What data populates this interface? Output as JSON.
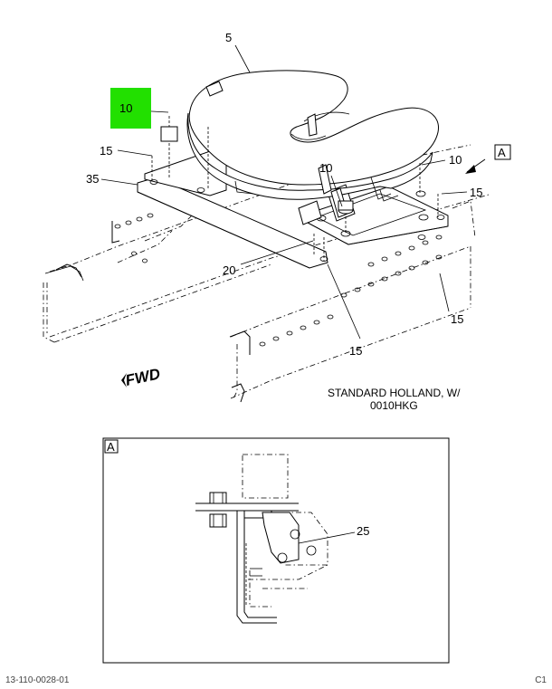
{
  "callouts": {
    "c5": "5",
    "c10_highlight": "10",
    "c15_left": "15",
    "c35": "35",
    "c10_center": "10",
    "c10_right": "10",
    "c15_right": "15",
    "c20": "20",
    "c15_lower_right": "15",
    "c15_bottom": "15",
    "c25": "25"
  },
  "view_label": "A",
  "detail_label": "A",
  "fwd_label": "FWD",
  "caption": {
    "line1": "STANDARD HOLLAND, W/",
    "line2": "0010HKG"
  },
  "footer": {
    "left": "13-110-0028-01",
    "right": "C1"
  },
  "colors": {
    "highlight": "#22e000",
    "ink": "#000000"
  }
}
